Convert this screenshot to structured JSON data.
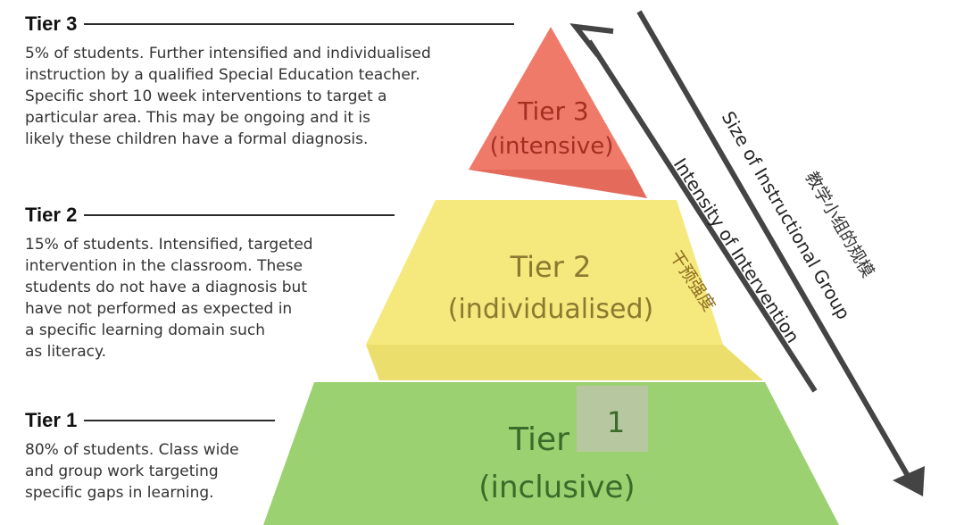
{
  "tiers": [
    {
      "title": "Tier 3",
      "description": [
        "5% of students. Further intensified and individualised",
        "instruction by a qualified Special Education teacher.",
        "Specific short 10 week interventions to target a",
        "particular area. This may be ongoing and it is",
        "likely these children have a formal diagnosis."
      ]
    },
    {
      "title": "Tier 2",
      "description": [
        "15% of students. Intensified, targeted",
        "intervention in the classroom. These",
        "students do not have a diagnosis but",
        "have not performed as  expected in",
        "a specific learning domain such",
        "as literacy."
      ]
    },
    {
      "title": "Tier 1",
      "description": [
        "80% of students. Class wide",
        "and group work targeting",
        "specific gaps in learning."
      ]
    }
  ],
  "pyramid": {
    "tier3": {
      "line1": "Tier 3",
      "line2": "(intensive)",
      "color": "#f07a6a"
    },
    "tier2": {
      "line1": "Tier 2",
      "line2": "(individualised)",
      "color": "#f5e87c"
    },
    "tier1": {
      "line1": "Tier",
      "badge": "1",
      "line2": "(inclusive)",
      "color": "#9bd170"
    }
  },
  "arrows": {
    "intensity_label": "Intensity of Intervention",
    "intensity_label_cn": "干预强度",
    "size_label": "Size of Instructional Group",
    "size_label_cn": "教学小组的规模",
    "color": "#444444"
  }
}
